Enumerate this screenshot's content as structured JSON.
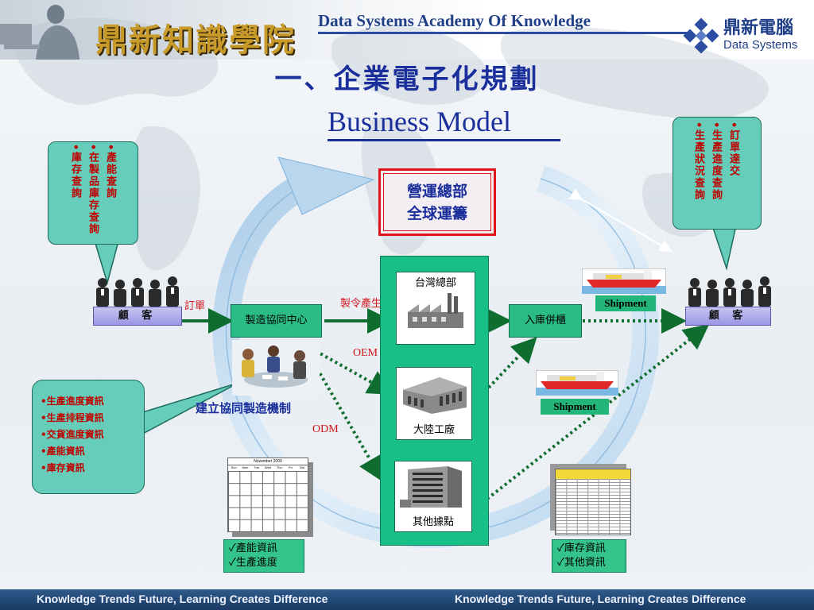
{
  "header": {
    "academy_cn": "鼎新知識學院",
    "academy_en": "Data Systems Academy Of Knowledge",
    "brand_cn": "鼎新電腦",
    "brand_en": "Data Systems"
  },
  "title": {
    "cn": "一、企業電子化規劃",
    "en": "Business Model"
  },
  "hq": {
    "line1": "營運總部",
    "line2": "全球運籌"
  },
  "callouts": {
    "left": [
      "•產能查詢",
      "•在製品庫存查詢",
      "•庫存查詢"
    ],
    "right": [
      "•訂單達交",
      "•生產進度查詢",
      "•生產狀況查詢"
    ],
    "bottom_left": [
      "•生產進度資訊",
      "•生產排程資訊",
      "•交貨進度資訊",
      "•產能資訊",
      "•庫存資訊"
    ]
  },
  "customers": {
    "left_label": "顧  客",
    "right_label": "顧  客"
  },
  "flow": {
    "order_label": "訂單",
    "coord_center": "製造協同中心",
    "make_order_label": "製令產生",
    "warehouse": "入庫併櫃",
    "oem_label": "OEM",
    "odm_label": "ODM",
    "coop_mechanism": "建立協同製造機制",
    "shipment_top": "Shipment",
    "shipment_mid": "Shipment"
  },
  "factories": {
    "taiwan": "台灣總部",
    "mainland": "大陸工廠",
    "other": "其他據點"
  },
  "calendar": {
    "month": "November 2000",
    "days": [
      "Sun",
      "Mon",
      "Tue",
      "Wed",
      "Thu",
      "Fri",
      "Sat"
    ]
  },
  "checklists": {
    "left": [
      "✓產能資訊",
      "✓生產進度"
    ],
    "right": [
      "✓庫存資訊",
      "✓其他資訊"
    ]
  },
  "footer": {
    "left": "Knowledge Trends Future, Learning Creates Difference",
    "right": "Knowledge Trends Future, Learning Creates Difference"
  },
  "colors": {
    "title_blue": "#1a2f9c",
    "callout_teal": "#66cdbb",
    "flow_green": "#18c088",
    "accent_red": "#e0131a"
  }
}
